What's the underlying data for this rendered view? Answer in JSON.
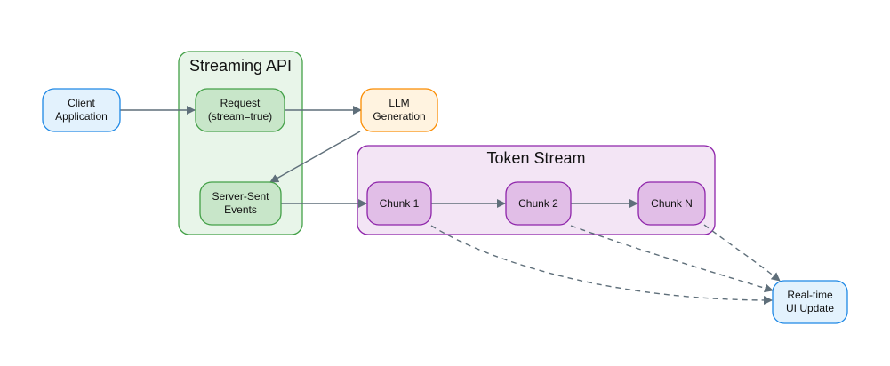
{
  "clusters": {
    "streaming_api": {
      "title": "Streaming API",
      "fill": "#e8f5e9",
      "stroke": "#43a047"
    },
    "token_stream": {
      "title": "Token Stream",
      "fill": "#f3e5f5",
      "stroke": "#8e24aa"
    }
  },
  "nodes": {
    "client": {
      "lines": [
        "Client",
        "Application"
      ],
      "fill": "#e3f2fd",
      "stroke": "#1e88e5"
    },
    "request": {
      "lines": [
        "Request",
        "(stream=true)"
      ],
      "fill": "#c8e6c9",
      "stroke": "#43a047"
    },
    "llm": {
      "lines": [
        "LLM",
        "Generation"
      ],
      "fill": "#fff3e0",
      "stroke": "#fb8c00"
    },
    "sse": {
      "lines": [
        "Server-Sent",
        "Events"
      ],
      "fill": "#c8e6c9",
      "stroke": "#43a047"
    },
    "chunk1": {
      "lines": [
        "Chunk 1"
      ],
      "fill": "#e1bee7",
      "stroke": "#8e24aa"
    },
    "chunk2": {
      "lines": [
        "Chunk 2"
      ],
      "fill": "#e1bee7",
      "stroke": "#8e24aa"
    },
    "chunkn": {
      "lines": [
        "Chunk N"
      ],
      "fill": "#e1bee7",
      "stroke": "#8e24aa"
    },
    "ui_update": {
      "lines": [
        "Real-time",
        "UI Update"
      ],
      "fill": "#e3f2fd",
      "stroke": "#1e88e5"
    }
  },
  "edges": [
    {
      "from": "client",
      "to": "request",
      "style": "solid"
    },
    {
      "from": "request",
      "to": "llm",
      "style": "solid"
    },
    {
      "from": "llm",
      "to": "sse",
      "style": "solid"
    },
    {
      "from": "sse",
      "to": "chunk1",
      "style": "solid"
    },
    {
      "from": "chunk1",
      "to": "chunk2",
      "style": "solid"
    },
    {
      "from": "chunk2",
      "to": "chunkn",
      "style": "solid"
    },
    {
      "from": "chunk1",
      "to": "ui_update",
      "style": "dashed"
    },
    {
      "from": "chunk2",
      "to": "ui_update",
      "style": "dashed"
    },
    {
      "from": "chunkn",
      "to": "ui_update",
      "style": "dashed"
    }
  ],
  "colors": {
    "edge": "#5f6f7a"
  }
}
